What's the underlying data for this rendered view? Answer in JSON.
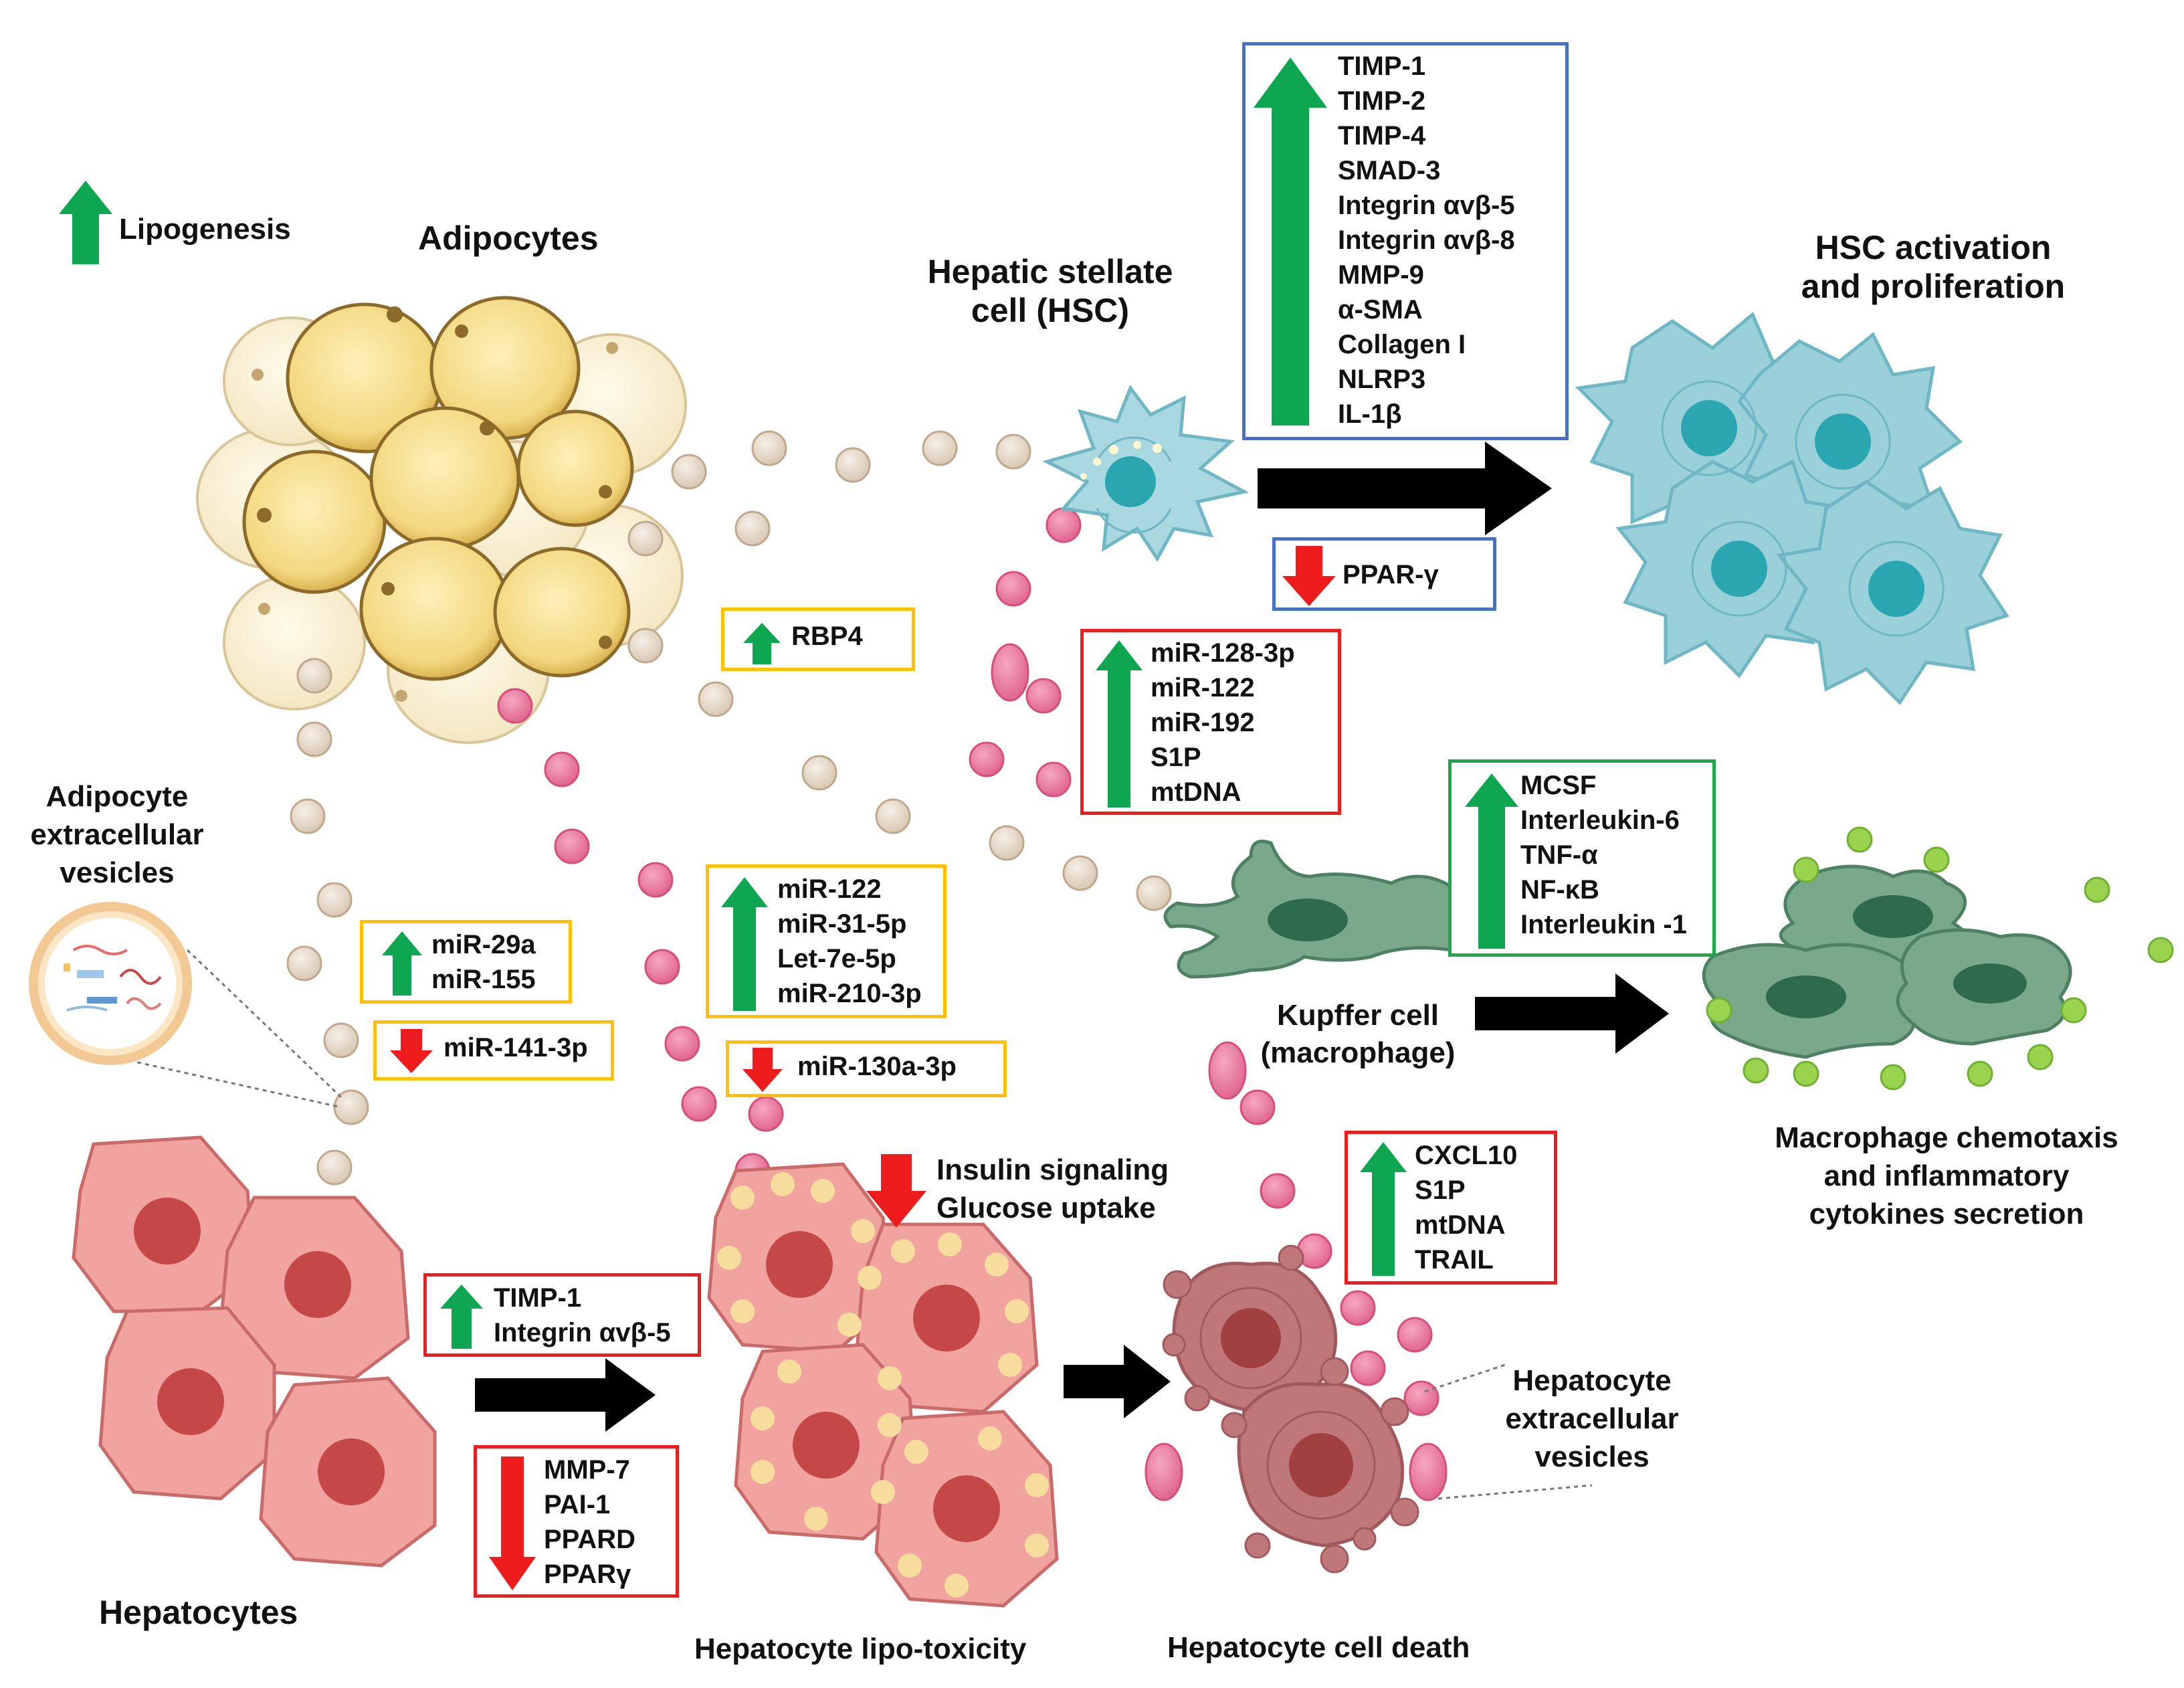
{
  "labels": {
    "lipogenesis": "Lipogenesis",
    "adipocytes": "Adipocytes",
    "hsc_line1": "Hepatic stellate",
    "hsc_line2": "cell (HSC)",
    "hsc_act_line1": "HSC activation",
    "hsc_act_line2": "and proliferation",
    "aev_line1": "Adipocyte",
    "aev_line2": "extracellular",
    "aev_line3": "vesicles",
    "kupffer_line1": "Kupffer cell",
    "kupffer_line2": "(macrophage)",
    "macro_line1": "Macrophage chemotaxis",
    "macro_line2": "and inflammatory",
    "macro_line3": "cytokines secretion",
    "insulin_line1": "Insulin signaling",
    "insulin_line2": "Glucose uptake",
    "hev_line1": "Hepatocyte",
    "hev_line2": "extracellular",
    "hev_line3": "vesicles",
    "hepatocytes": "Hepatocytes",
    "lipotox": "Hepatocyte lipo-toxicity",
    "death": "Hepatocyte cell death"
  },
  "boxes": {
    "hsc_up": [
      "TIMP-1",
      "TIMP-2",
      "TIMP-4",
      "SMAD-3",
      "Integrin αvβ-5",
      "Integrin αvβ-8",
      "MMP-9",
      "α-SMA",
      "Collagen I",
      "NLRP3",
      "IL-1β"
    ],
    "hsc_down": [
      "PPAR-γ"
    ],
    "rbp4": [
      "RBP4"
    ],
    "hep_ev_up": [
      "miR-128-3p",
      "miR-122",
      "miR-192",
      "S1P",
      "mtDNA"
    ],
    "kupffer_up": [
      "MCSF",
      "Interleukin-6",
      "TNF-α",
      "NF-κB",
      "Interleukin -1"
    ],
    "adipo_up": [
      "miR-29a",
      "miR-155"
    ],
    "adipo_down": [
      "miR-141-3p"
    ],
    "mir_up": [
      "miR-122",
      "miR-31-5p",
      "Let-7e-5p",
      "miR-210-3p"
    ],
    "mir_down": [
      "miR-130a-3p"
    ],
    "death_up": [
      "CXCL10",
      "S1P",
      "mtDNA",
      "TRAIL"
    ],
    "hep_up": [
      "TIMP-1",
      "Integrin αvβ-5"
    ],
    "hep_down": [
      "MMP-7",
      "PAI-1",
      "PPARD",
      "PPARγ"
    ]
  },
  "colors": {
    "up_arrow": "#0fa651",
    "down_arrow": "#ee1c1c",
    "blue_border": "#4472c4",
    "red_border": "#ee1c1c",
    "yellow_border": "#ffc000",
    "green_border": "#1fa84b"
  }
}
